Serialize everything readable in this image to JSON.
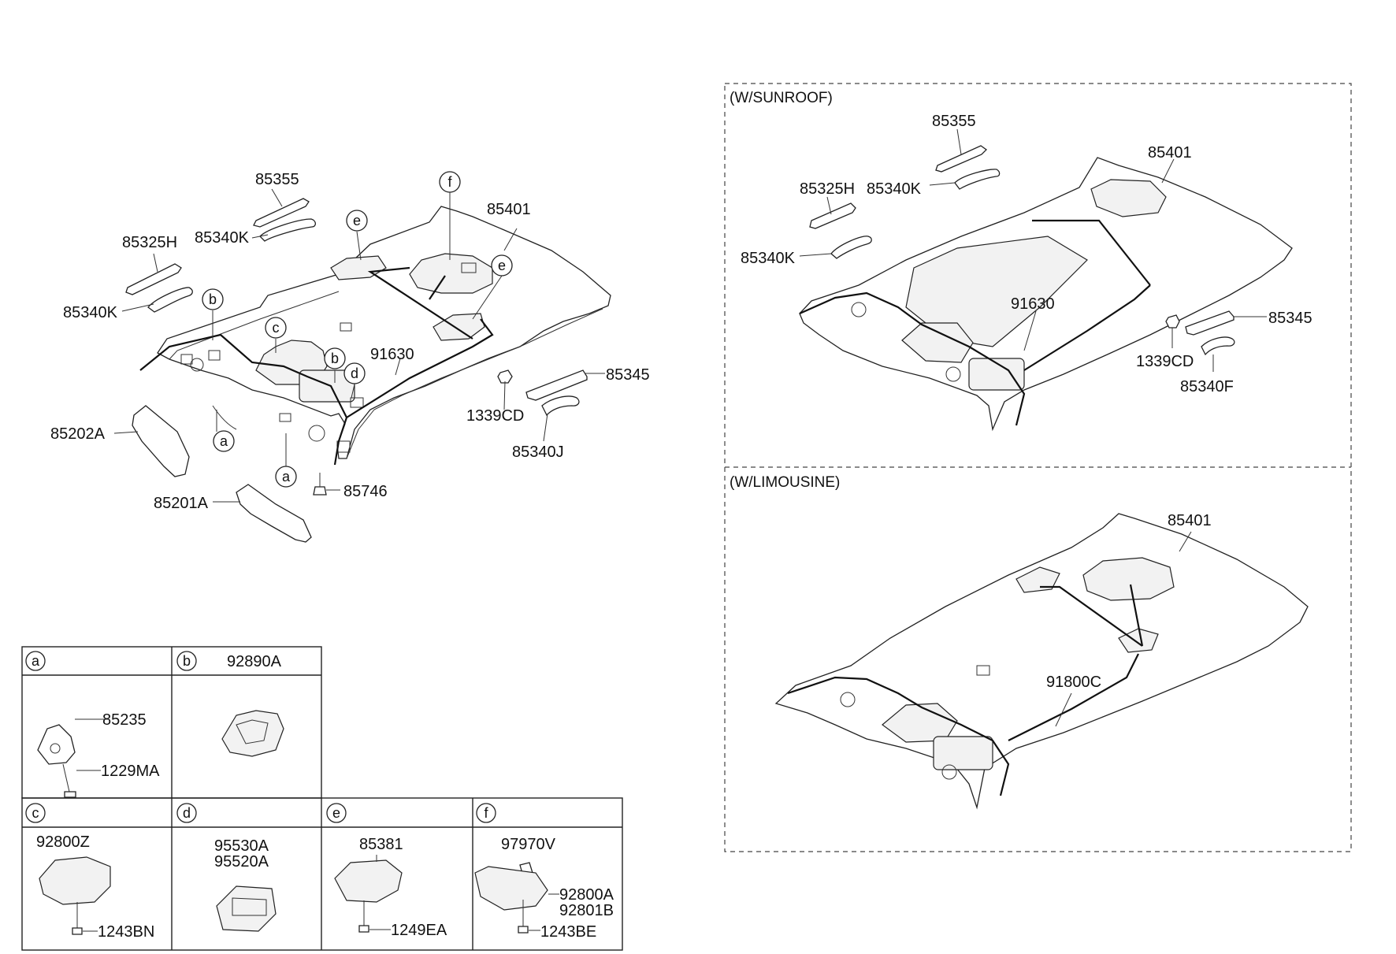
{
  "main": {
    "parts": {
      "p85355": "85355",
      "p85340K_a": "85340K",
      "p85325H": "85325H",
      "p85340K_b": "85340K",
      "p85401": "85401",
      "p91630": "91630",
      "p85345": "85345",
      "p1339CD": "1339CD",
      "p85340J": "85340J",
      "p85202A": "85202A",
      "p85201A": "85201A",
      "p85746": "85746"
    },
    "callouts": {
      "a1": "a",
      "a2": "a",
      "b1": "b",
      "b2": "b",
      "c": "c",
      "d": "d",
      "e1": "e",
      "e2": "e",
      "f": "f"
    }
  },
  "sunroof": {
    "title": "(W/SUNROOF)",
    "parts": {
      "p85355": "85355",
      "p85401": "85401",
      "p85325H": "85325H",
      "p85340K_a": "85340K",
      "p85340K_b": "85340K",
      "p91630": "91630",
      "p85345": "85345",
      "p1339CD": "1339CD",
      "p85340F": "85340F"
    }
  },
  "limousine": {
    "title": "(W/LIMOUSINE)",
    "parts": {
      "p85401": "85401",
      "p91800C": "91800C"
    }
  },
  "details": {
    "a": {
      "key": "a",
      "parts": [
        "85235",
        "1229MA"
      ]
    },
    "b": {
      "key": "b",
      "header": "92890A"
    },
    "c": {
      "key": "c",
      "parts": [
        "92800Z",
        "1243BN"
      ]
    },
    "d": {
      "key": "d",
      "parts": [
        "95530A",
        "95520A"
      ]
    },
    "e": {
      "key": "e",
      "parts": [
        "85381",
        "1249EA"
      ]
    },
    "f": {
      "key": "f",
      "parts": [
        "97970V",
        "92800A",
        "92801B",
        "1243BE"
      ]
    }
  }
}
